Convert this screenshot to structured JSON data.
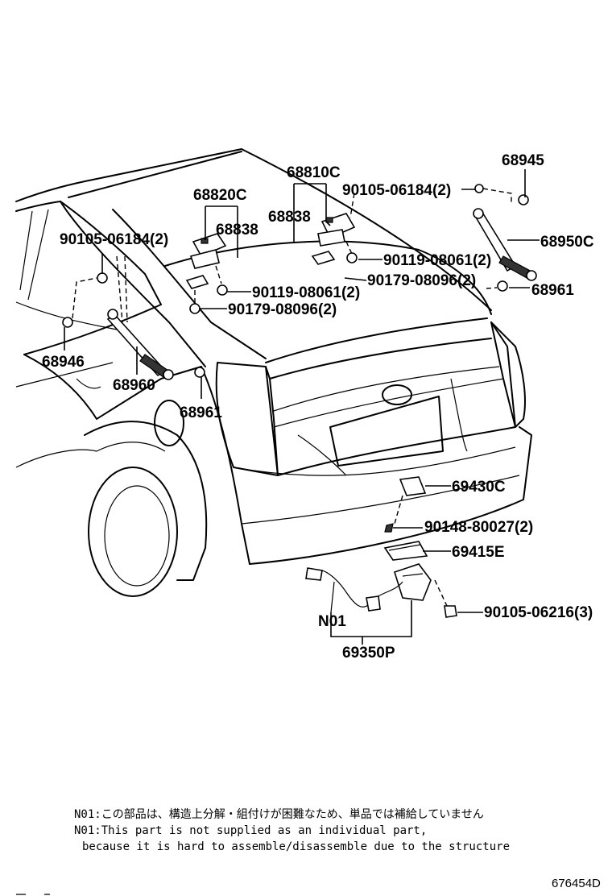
{
  "parts": {
    "p68810C": "68810C",
    "p68820C": "68820C",
    "p68838_right": "68838",
    "p68838_left": "68838",
    "p68945": "68945",
    "p90105_06184_right": "90105-06184(2)",
    "p90105_06184_left": "90105-06184(2)",
    "p68950C": "68950C",
    "p90119_08061_right": "90119-08061(2)",
    "p90179_08096_right": "90179-08096(2)",
    "p68961_right": "68961",
    "p90119_08061_left": "90119-08061(2)",
    "p90179_08096_left": "90179-08096(2)",
    "p68946": "68946",
    "p68960": "68960",
    "p68961_left": "68961",
    "p69430C": "69430C",
    "p90148_80027": "90148-80027(2)",
    "p69415E": "69415E",
    "pN01": "N01",
    "p90105_06216": "90105-06216(3)",
    "p69350P": "69350P"
  },
  "notes": {
    "line1": "N01:この部品は、構造上分解・組付けが困難なため、単品では補給していません",
    "line2": "N01:This part is not supplied as an individual part,",
    "line3": "because it is hard to assemble/disassemble due to the structure"
  },
  "illustration_id": "676454D"
}
